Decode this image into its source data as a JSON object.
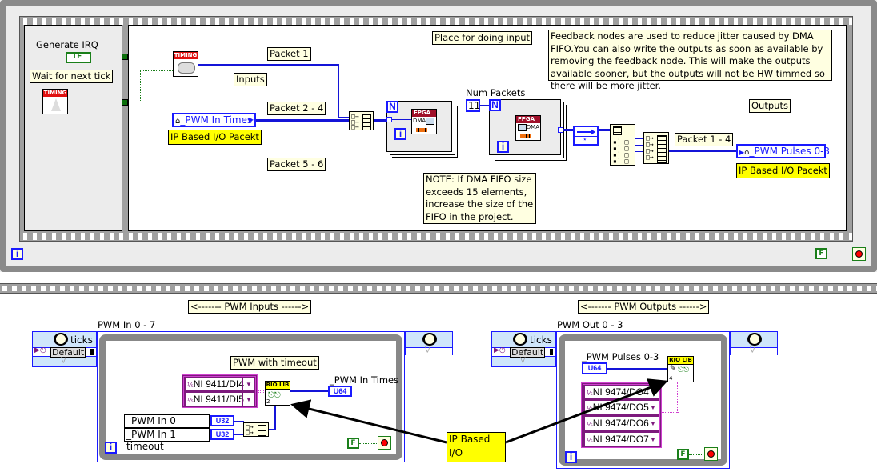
{
  "top_loop": {
    "generate_irq_label": "Generate IRQ",
    "generate_irq_value": "TF",
    "wait_note": "Wait for next tick",
    "timing_badge": "TIMING",
    "place_input_note": "Place for doing input",
    "feedback_note": "Feedback nodes are used to reduce jitter caused by DMA FIFO.You can also write the outputs as soon as available by removing the feedback node.  This will make the outputs available sooner, but the outputs will not be HW timmed so there will be more jitter.",
    "packet1": "Packet 1",
    "packet2_4": "Packet 2 - 4",
    "packet5_6": "Packet 5 - 6",
    "inputs_note": "Inputs",
    "outputs_note": "Outputs",
    "pwm_in_times_ctl": "_PWM In Times",
    "ip_packet_note_in": "IP Based I/O Pacekt",
    "ip_packet_note_out": "IP Based I/O Pacekt",
    "num_packets_label": "Num Packets",
    "num_packets_value": "11",
    "n_label": "N",
    "i_label": "i",
    "fpga_badge": "FPGA",
    "dma_label": "DMA",
    "fifo_note": "NOTE: If DMA FIFO size exceeds 15 elements, increase the size of the FIFO in the project.",
    "packet1_4": "Packet 1 - 4",
    "pwm_pulses_ind": "_PWM Pulses 0-3",
    "stop_const": "F"
  },
  "bottom": {
    "pwm_inputs_banner": "<------- PWM Inputs ------>",
    "pwm_outputs_banner": "<------- PWM Outputs ------>",
    "ip_based_io_note": "IP Based I/O",
    "in_loop": {
      "title": "PWM In 0 - 7",
      "ticks_label": "ticks",
      "source_value": "Default",
      "pwm_timeout_note": "PWM with timeout",
      "io_channels": [
        "NI 9411/DI4",
        "NI 9411/DI5"
      ],
      "timeouts": [
        "_PWM In 0 timeout",
        "_PWM In 1 timeout"
      ],
      "timeout_type": "U32",
      "rio_badge": "RIO LIB",
      "rio_count": "2",
      "times_label": "_PWM In Times",
      "times_type": "U64",
      "i_label": "i",
      "stop_const": "F"
    },
    "out_loop": {
      "title": "PWM Out 0 - 3",
      "ticks_label": "ticks",
      "source_value": "Default",
      "pulses_label": "_PWM Pulses 0-3",
      "pulses_type": "U64",
      "rio_badge": "RIO LIB",
      "rio_count": "4",
      "io_channels": [
        "NI 9474/DO4",
        "NI 9474/DO5",
        "NI 9474/DO6",
        "NI 9474/DO7"
      ],
      "i_label": "i",
      "stop_const": "F"
    }
  }
}
